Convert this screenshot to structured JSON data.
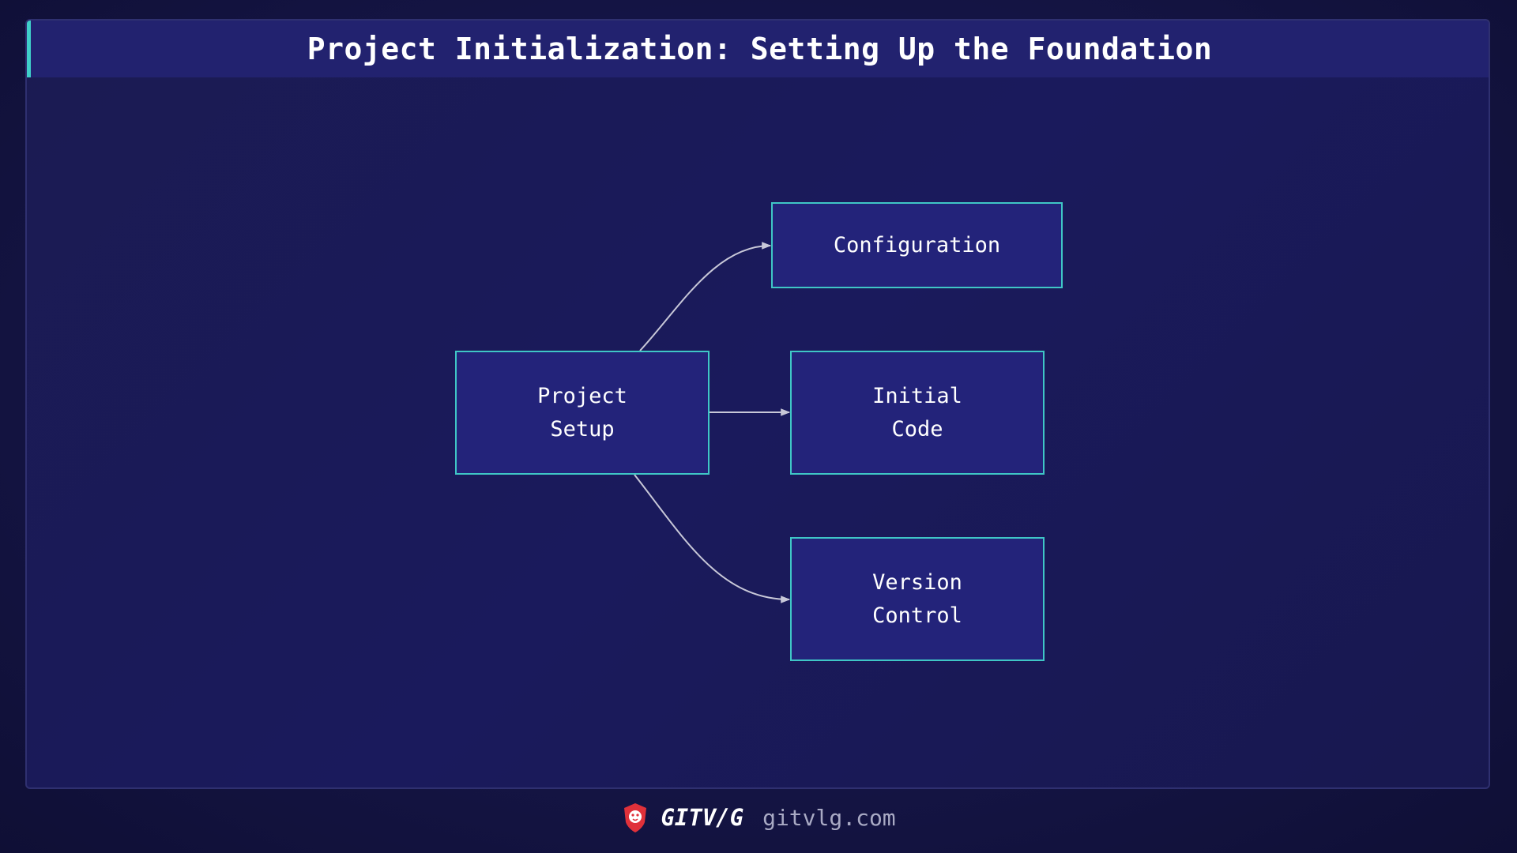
{
  "header": {
    "title": "Project Initialization: Setting Up the Foundation"
  },
  "diagram": {
    "nodes": [
      {
        "id": "project-setup",
        "label": "Project\nSetup"
      },
      {
        "id": "configuration",
        "label": "Configuration"
      },
      {
        "id": "initial-code",
        "label": "Initial\nCode"
      },
      {
        "id": "version-control",
        "label": "Version\nControl"
      }
    ],
    "edges": [
      {
        "from": "project-setup",
        "to": "configuration"
      },
      {
        "from": "project-setup",
        "to": "initial-code"
      },
      {
        "from": "project-setup",
        "to": "version-control"
      }
    ]
  },
  "footer": {
    "logo_icon": "lion-shield-icon",
    "brand": "GITV/G",
    "site": "gitvlg.com"
  },
  "colors": {
    "background": "#131340",
    "node_fill": "#23237a",
    "node_border": "#3fc6c6",
    "title_bar": "#22226f",
    "accent": "#3fd0c9",
    "edge": "#c8c8d8",
    "logo_red": "#e0313a"
  }
}
